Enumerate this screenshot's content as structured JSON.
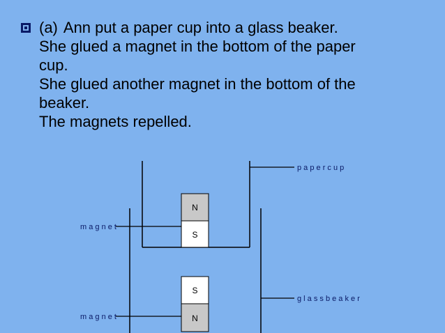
{
  "slide": {
    "bullet": {
      "tag": "(a)",
      "lines": [
        "Ann put a paper cup into a glass beaker.",
        "She glued a magnet in the bottom of the paper",
        "cup.",
        "She glued another magnet in the bottom of the",
        "beaker.",
        "The magnets repelled."
      ]
    },
    "diagram": {
      "labels": {
        "paper_cup": "p a p e r  c u p",
        "glass_beaker": "g l a s s  b e a k e r",
        "magnet_top": "m  a  g  n  e  t",
        "magnet_bottom": "m  a  g  n  e  t"
      },
      "upper_magnet": {
        "top_pole": "N",
        "bottom_pole": "S"
      },
      "lower_magnet": {
        "top_pole": "S",
        "bottom_pole": "N"
      }
    }
  },
  "colors": {
    "background": "#7fb2ee",
    "text": "#000000",
    "bullet": "#0a1a66",
    "magnet_dark": "#c8c8c8",
    "magnet_light": "#ffffff"
  }
}
